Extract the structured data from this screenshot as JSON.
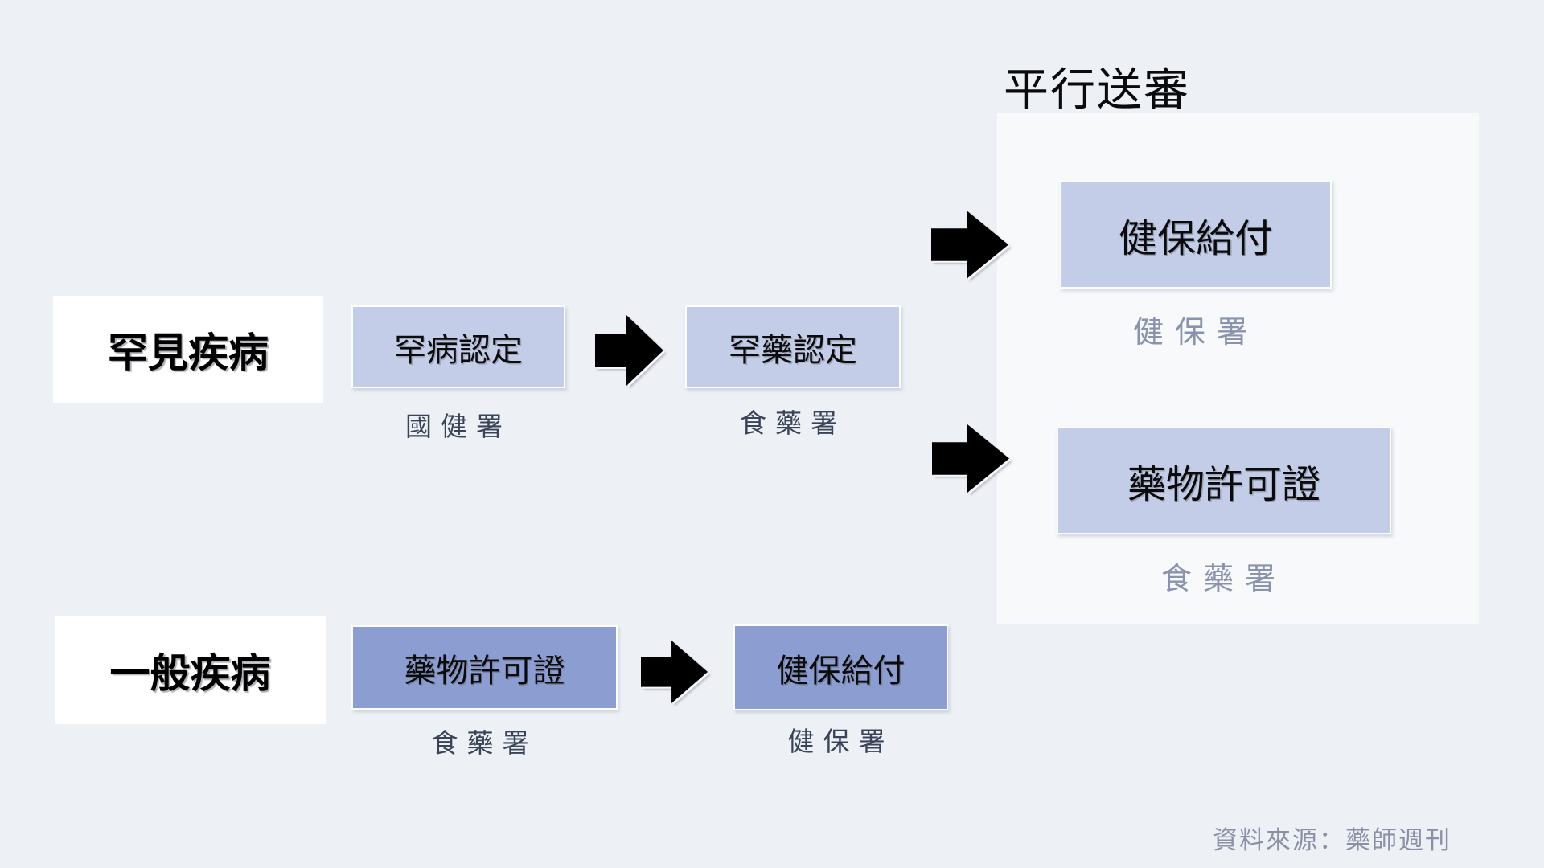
{
  "colors": {
    "background": "#edf1f6",
    "panel_background": "#f7f9fb",
    "box_light_fill": "#c3cde7",
    "box_dark_fill": "#8c9dd1",
    "box_white_fill": "#ffffff",
    "box_text": "#0b0b0d",
    "agency_label_dark": "#3a4459",
    "agency_label_muted": "#8a92ae",
    "arrow_fill": "#000000",
    "source_text_color": "#8b90a6"
  },
  "parallel_panel": {
    "title": "平行送審",
    "items": [
      {
        "box": "健保給付",
        "agency": "健保署"
      },
      {
        "box": "藥物許可證",
        "agency": "食藥署"
      }
    ]
  },
  "rare_flow": {
    "category": "罕見疾病",
    "steps": [
      {
        "box": "罕病認定",
        "agency": "國健署"
      },
      {
        "box": "罕藥認定",
        "agency": "食藥署"
      }
    ]
  },
  "general_flow": {
    "category": "一般疾病",
    "steps": [
      {
        "box": "藥物許可證",
        "agency": "食藥署"
      },
      {
        "box": "健保給付",
        "agency": "健保署"
      }
    ]
  },
  "source": {
    "text": "資料來源：藥師週刊"
  }
}
